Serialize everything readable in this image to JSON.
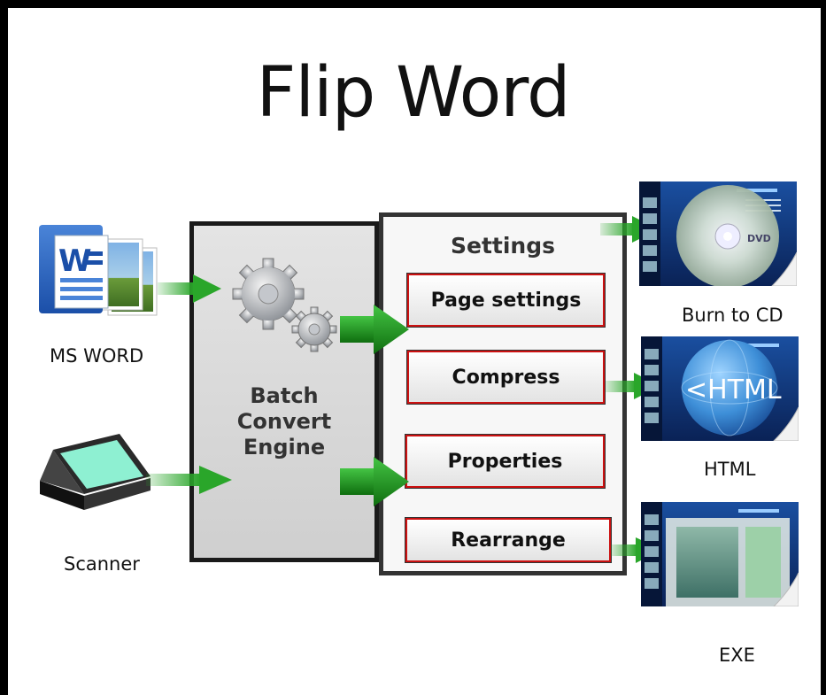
{
  "title": "Flip Word",
  "inputs": {
    "word_label": "MS WORD",
    "scanner_label": "Scanner"
  },
  "engine": {
    "line1": "Batch",
    "line2": "Convert",
    "line3": "Engine"
  },
  "settings": {
    "title": "Settings",
    "items": [
      "Page settings",
      "Compress",
      "Properties",
      "Rearrange"
    ]
  },
  "outputs": [
    {
      "label": "Burn to CD",
      "icon": "cd-icon",
      "disc_text": "DVD"
    },
    {
      "label": "HTML",
      "icon": "html-globe-icon",
      "globe_text": "<HTML"
    },
    {
      "label": "EXE",
      "icon": "exe-icon"
    }
  ],
  "colors": {
    "arrow": "#2aa62a",
    "border": "#1a1a1a",
    "setting_border": "#cc1111",
    "engine_fill": "#d6d6d6",
    "settings_fill": "#f7f7f7",
    "thumb_bg": "#0d2d6b"
  }
}
